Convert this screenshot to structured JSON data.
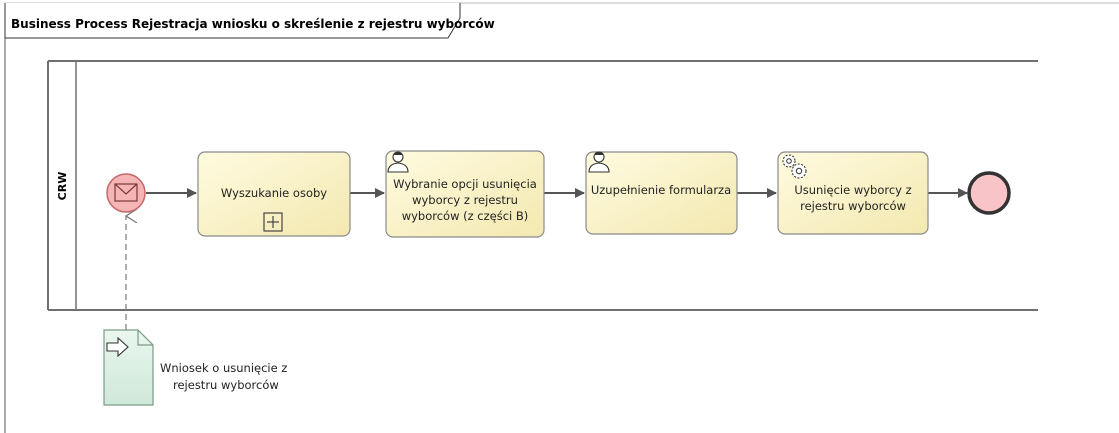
{
  "frame": {
    "title": "Business Process Rejestracja wniosku o skreślenie z rejestru wyborców"
  },
  "lane": {
    "label": "CRW"
  },
  "tasks": [
    {
      "id": "t1",
      "lines": [
        "Wyszukanie osoby"
      ],
      "marker": "subprocess-plus-icon"
    },
    {
      "id": "t2",
      "lines": [
        "Wybranie opcji usunięcia",
        "wyborcy z rejestru",
        "wyborców (z części B)"
      ],
      "marker": "user-icon"
    },
    {
      "id": "t3",
      "lines": [
        "Uzupełnienie formularza"
      ],
      "marker": "user-icon"
    },
    {
      "id": "t4",
      "lines": [
        "Usunięcie wyborcy z",
        "rejestru wyborców"
      ],
      "marker": "service-gears-icon"
    }
  ],
  "data_object": {
    "lines": [
      "Wniosek o usunięcie z",
      "rejestru wyborców"
    ],
    "marker": "input-arrow-icon"
  },
  "colors": {
    "task_fill": "#fbf5cf",
    "task_stroke": "#8a8a8a",
    "start_fill": "#f5b5b5",
    "end_fill": "#f8c4c8",
    "doc_fill": "#ddf0e6",
    "lane_stroke": "#707070",
    "flow": "#555555"
  }
}
